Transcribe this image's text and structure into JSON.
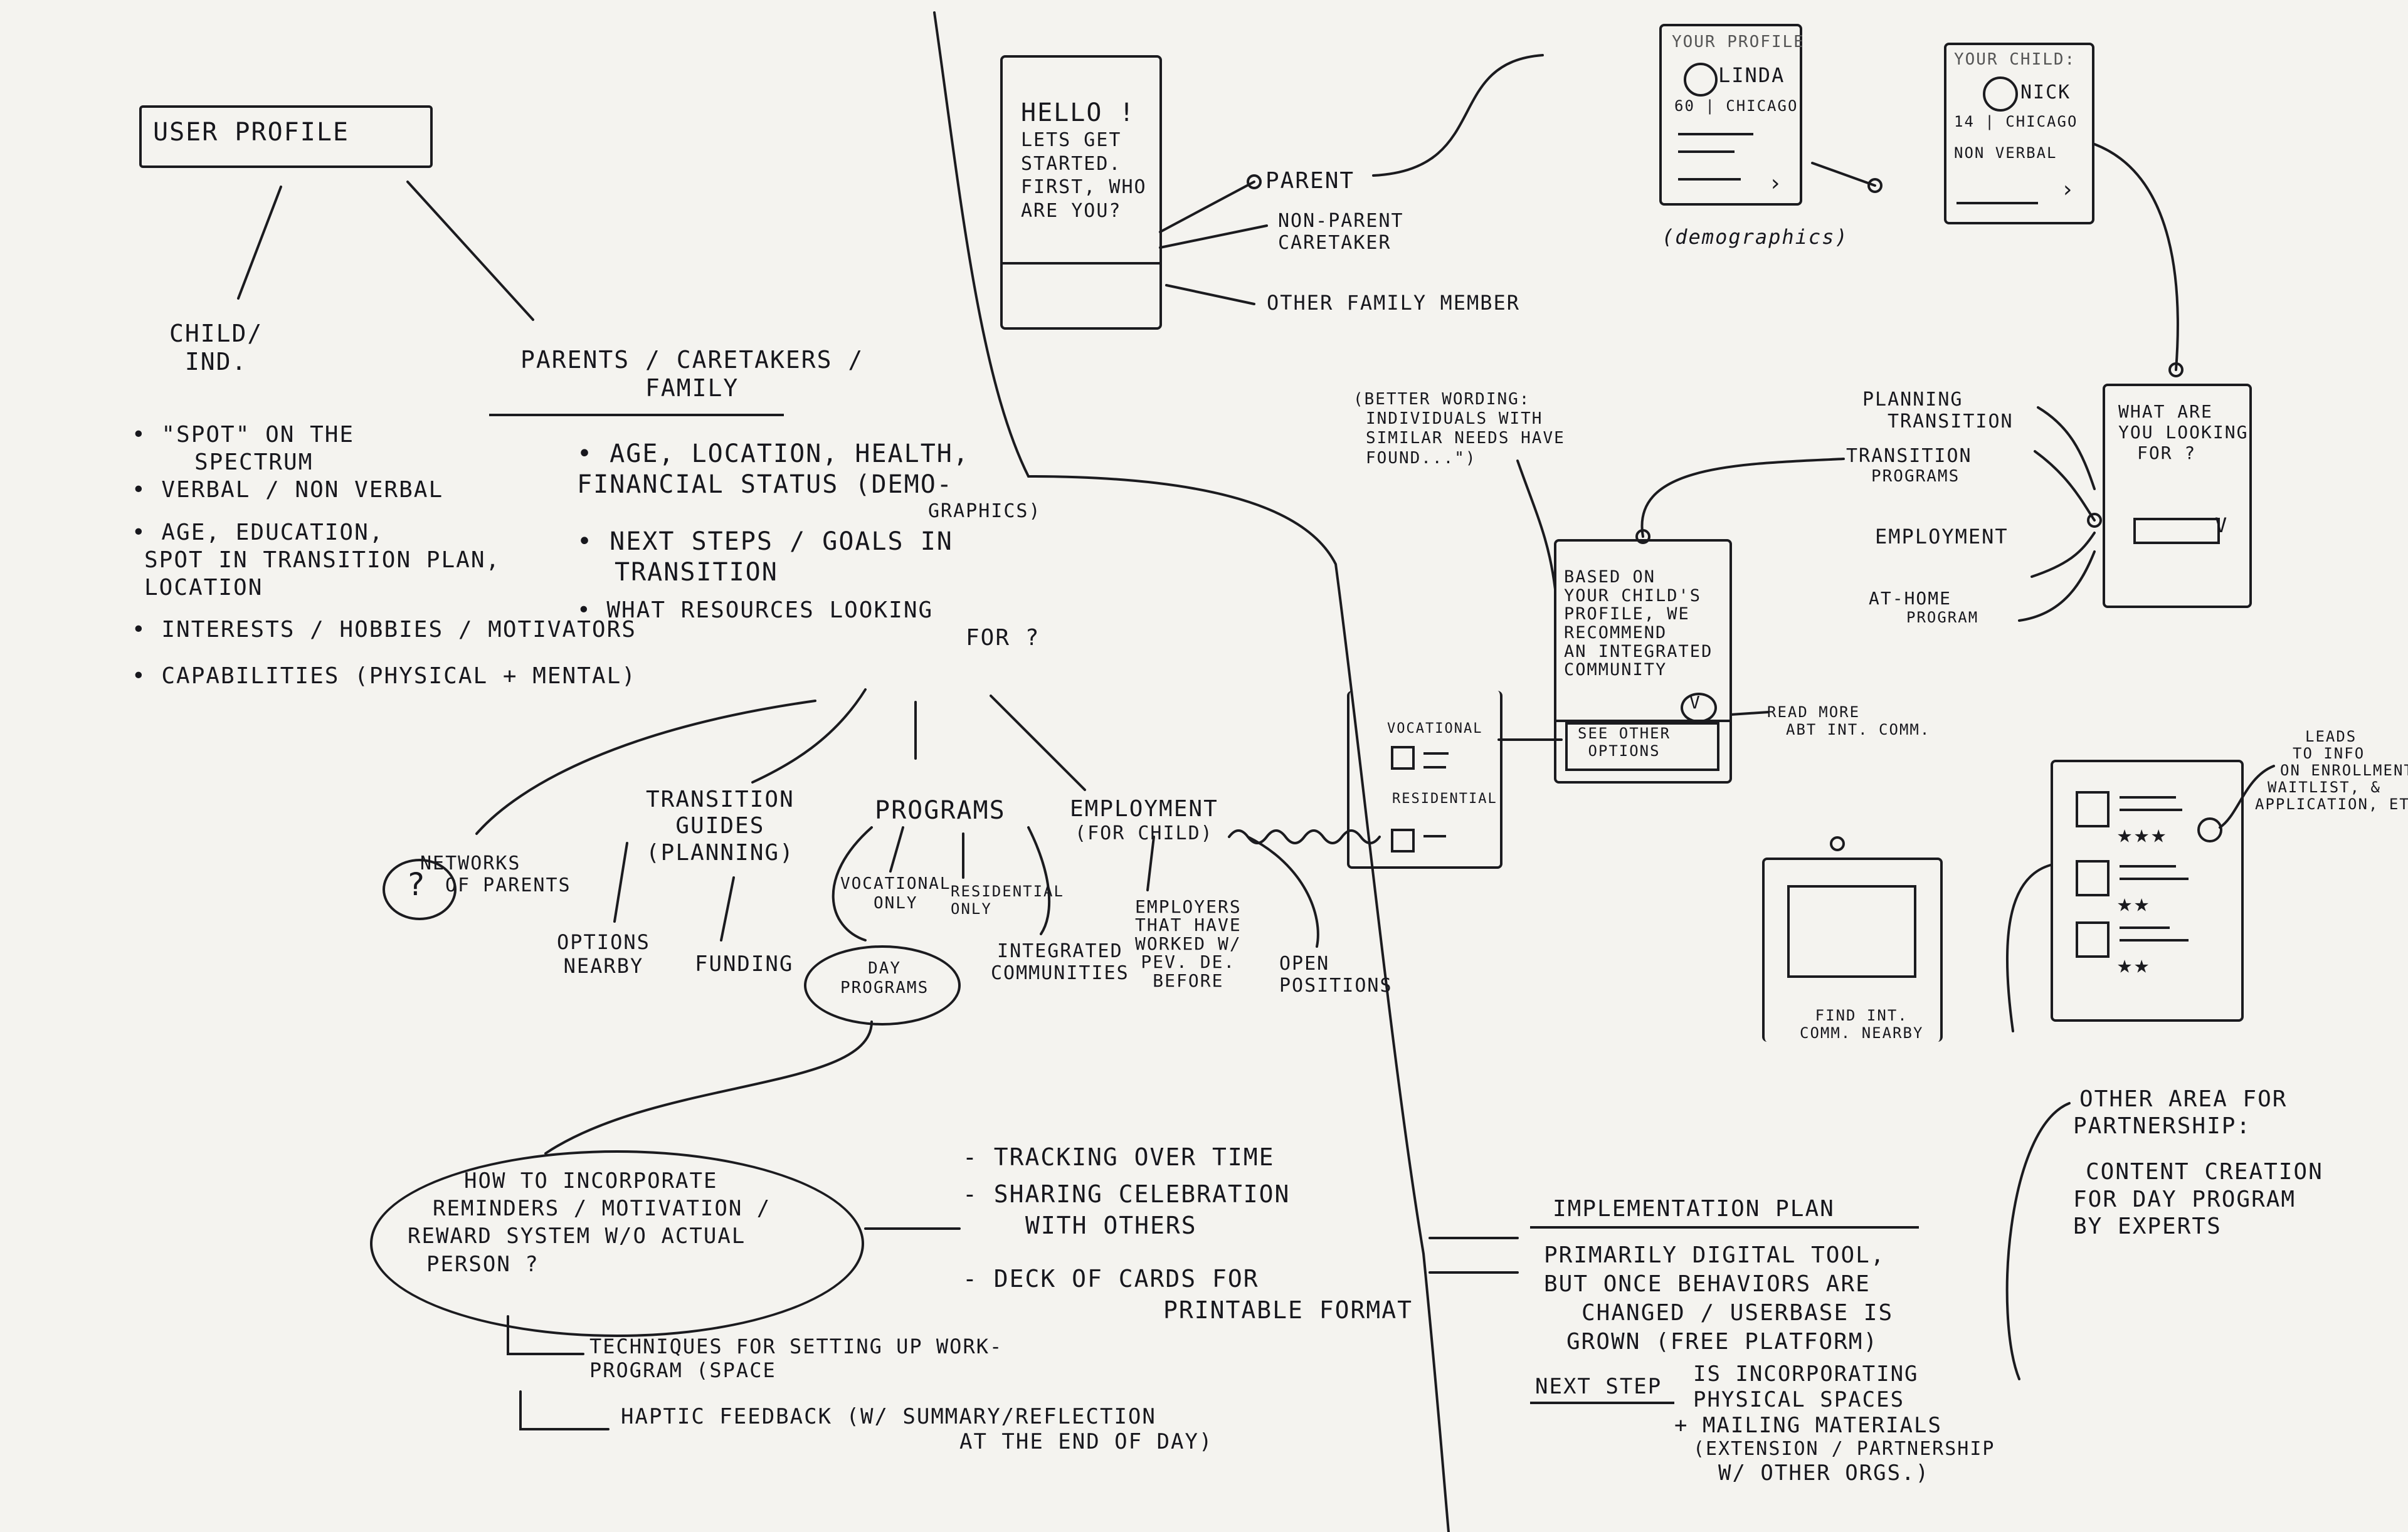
{
  "left_tree": {
    "root": "USER PROFILE",
    "child_branch": {
      "title": [
        "CHILD/",
        "IND."
      ]
    },
    "child_attrs": [
      "• \"SPOT\" ON THE",
      "SPECTRUM",
      "• VERBAL / NON VERBAL",
      "• AGE, EDUCATION,",
      "SPOT IN TRANSITION PLAN,",
      "LOCATION",
      "• INTERESTS / HOBBIES / MOTIVATORS",
      "• CAPABILITIES (PHYSICAL + MENTAL)"
    ],
    "parent_branch": {
      "title": [
        "PARENTS / CARETAKERS /",
        "FAMILY"
      ]
    },
    "parent_attrs": [
      "• AGE, LOCATION, HEALTH,",
      "FINANCIAL STATUS (DEMO-",
      "GRAPHICS)",
      "• NEXT STEPS / GOALS IN",
      "TRANSITION",
      "• WHAT RESOURCES LOOKING",
      "FOR ?"
    ],
    "resources": {
      "networks": [
        "NETWORKS",
        "OF PARENTS"
      ],
      "question": "?",
      "transition_guides": [
        "TRANSITION",
        "GUIDES",
        "(PLANNING)"
      ],
      "options": [
        "OPTIONS",
        "NEARBY"
      ],
      "funding": "FUNDING",
      "programs": "PROGRAMS",
      "vocational": [
        "VOCATIONAL",
        "ONLY"
      ],
      "residential": [
        "RESIDENTIAL",
        "ONLY"
      ],
      "day_programs": [
        "DAY",
        "PROGRAMS"
      ],
      "integrated": [
        "INTEGRATED",
        "COMMUNITIES"
      ],
      "employment": [
        "EMPLOYMENT",
        "(FOR CHILD)"
      ],
      "employers": [
        "EMPLOYERS",
        "THAT HAVE",
        "WORKED W/",
        "PEV. DE.",
        "BEFORE"
      ],
      "open_positions": [
        "OPEN",
        "POSITIONS"
      ]
    },
    "reminders": {
      "question": [
        "HOW TO INCORPORATE",
        "REMINDERS / MOTIVATION /",
        "REWARD SYSTEM W/O ACTUAL",
        "PERSON ?"
      ],
      "ideas": [
        "- TRACKING OVER TIME",
        "- SHARING CELEBRATION",
        "WITH OTHERS",
        "- DECK OF CARDS FOR",
        "PRINTABLE FORMAT"
      ],
      "techniques": [
        "TECHNIQUES FOR SETTING UP WORK-",
        "PROGRAM (SPACE"
      ],
      "haptic": [
        "HAPTIC FEEDBACK (W/ SUMMARY/REFLECTION",
        "AT THE END OF DAY)"
      ]
    }
  },
  "flow": {
    "hello_screen": [
      "HELLO !",
      "LETS GET",
      "STARTED.",
      "",
      "FIRST, WHO",
      "ARE YOU?"
    ],
    "roles": [
      "PARENT",
      "NON-PARENT",
      "CARETAKER",
      "OTHER FAMILY MEMBER"
    ],
    "your_profile": {
      "header": "YOUR PROFILE",
      "name": "LINDA",
      "meta": "60 | CHICAGO"
    },
    "demographics": "(demographics)",
    "your_child": {
      "header": "YOUR CHILD:",
      "name": "NICK",
      "meta": "14 | CHICAGO",
      "note": "NON VERBAL"
    },
    "what_looking": [
      "WHAT ARE",
      "YOU LOOKING",
      "FOR ?"
    ],
    "goal_options": [
      [
        "PLANNING",
        "TRANSITION"
      ],
      [
        "TRANSITION",
        "PROGRAMS"
      ],
      [
        "EMPLOYMENT"
      ],
      [
        "AT-HOME",
        "PROGRAM"
      ]
    ],
    "wording_note": [
      "(BETTER WORDING:",
      "INDIVIDUALS WITH",
      "SIMILAR NEEDS HAVE",
      "FOUND...\")"
    ],
    "recommend": [
      "BASED ON",
      "YOUR CHILD'S",
      "PROFILE, WE",
      "RECOMMEND",
      "AN INTEGRATED",
      "COMMUNITY"
    ],
    "see_other": [
      "SEE OTHER",
      "OPTIONS"
    ],
    "read_more": [
      "READ MORE",
      "ABT INT. COMM."
    ],
    "vocational_labels": [
      "VOCATIONAL",
      "RESIDENTIAL"
    ],
    "find_nearby": [
      "FIND INT.",
      "COMM. NEARBY"
    ],
    "leads_to": [
      "LEADS",
      "TO INFO",
      "ON ENROLLMENT,",
      "WAITLIST, &",
      "APPLICATION, ETC"
    ]
  },
  "implementation": {
    "title": "IMPLEMENTATION PLAN",
    "body": [
      "PRIMARILY DIGITAL TOOL,",
      "BUT ONCE BEHAVIORS ARE",
      "CHANGED / USERBASE IS",
      "GROWN (FREE PLATFORM)"
    ],
    "next_step_label": "NEXT STEP",
    "next_step": [
      "IS INCORPORATING",
      "PHYSICAL SPACES",
      "+ MAILING MATERIALS",
      "(EXTENSION / PARTNERSHIP",
      "W/ OTHER ORGS.)"
    ]
  },
  "partnership": [
    "OTHER AREA FOR",
    "PARTNERSHIP:",
    "CONTENT CREATION",
    "FOR DAY PROGRAM",
    "BY EXPERTS"
  ]
}
